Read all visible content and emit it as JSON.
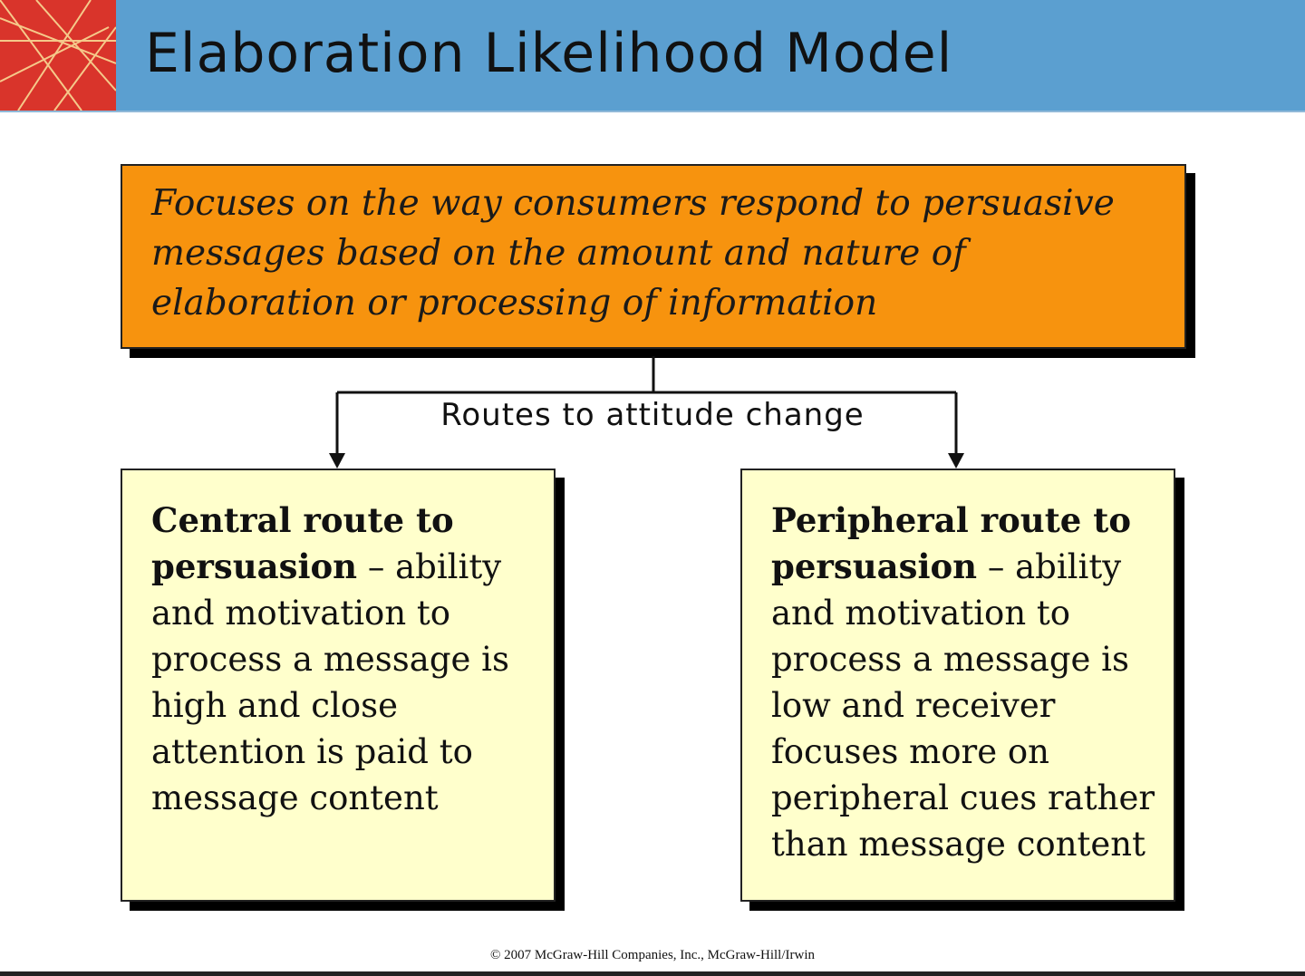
{
  "header": {
    "title": "Elaboration Likelihood Model"
  },
  "top_box": {
    "text": "Focuses on the way consumers respond to persuasive messages based on the amount and nature of elaboration or processing of information"
  },
  "connector": {
    "label": "Routes to attitude change"
  },
  "central": {
    "title": "Central route to persuasion",
    "dash": " – ",
    "body": "ability and motivation to process a message is high and close attention is paid to message content"
  },
  "peripheral": {
    "title": "Peripheral route to persuasion",
    "dash": " – ",
    "body": "ability and motivation to process a message is low and receiver focuses more on peripheral cues rather than message content"
  },
  "footer": {
    "copyright": "© 2007 McGraw-Hill Companies, Inc., McGraw-Hill/Irwin"
  },
  "colors": {
    "header_band": "#5b9fd0",
    "logo": "#d9342b",
    "top_box": "#f7930e",
    "route_box": "#ffffcc"
  },
  "icons": [
    "logo-lines-icon",
    "arrow-down-icon"
  ]
}
